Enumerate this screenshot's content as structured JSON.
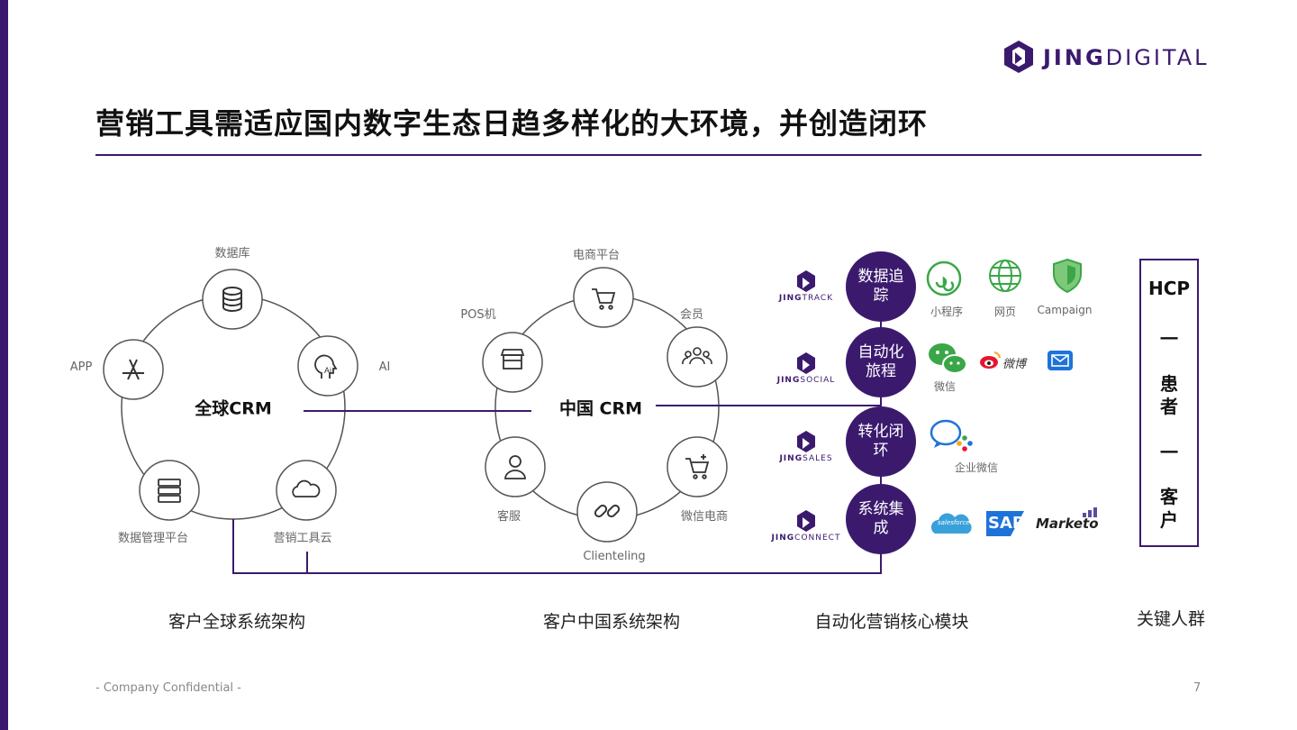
{
  "header": {
    "title": "营销工具需适应国内数字生态日趋多样化的大环境，并创造闭环",
    "logo_bold": "JING",
    "logo_light": "DIGITAL"
  },
  "global_crm": {
    "hub": "全球CRM",
    "nodes": [
      {
        "label": "数据库",
        "icon": "database-icon"
      },
      {
        "label": "AI",
        "icon": "ai-head-icon"
      },
      {
        "label": "营销工具云",
        "icon": "cloud-icon"
      },
      {
        "label": "数据管理平台",
        "icon": "server-stack-icon"
      },
      {
        "label": "APP",
        "icon": "app-store-icon"
      }
    ],
    "section_label": "客户全球系统架构"
  },
  "china_crm": {
    "hub": "中国 CRM",
    "nodes": [
      {
        "label": "电商平台",
        "icon": "cart-icon"
      },
      {
        "label": "会员",
        "icon": "members-icon"
      },
      {
        "label": "微信电商",
        "icon": "wechat-cart-icon"
      },
      {
        "label": "Clienteling",
        "icon": "link-icon"
      },
      {
        "label": "客服",
        "icon": "service-agent-icon"
      },
      {
        "label": "POS机",
        "icon": "store-icon"
      }
    ],
    "section_label": "客户中国系统架构"
  },
  "modules": {
    "items": [
      {
        "brand_bold": "JING",
        "brand_light": "TRACK",
        "pill": "数据追踪"
      },
      {
        "brand_bold": "JING",
        "brand_light": "SOCIAL",
        "pill": "自动化旅程"
      },
      {
        "brand_bold": "JING",
        "brand_light": "SALES",
        "pill": "转化闭环"
      },
      {
        "brand_bold": "JING",
        "brand_light": "CONNECT",
        "pill": "系统集成"
      }
    ],
    "channels": {
      "track": [
        "小程序",
        "网页",
        "Campaign"
      ],
      "social": [
        "微信",
        "微博"
      ],
      "sales": [
        "企业微信"
      ],
      "connect": [
        "salesforce",
        "SAP",
        "Marketo"
      ]
    },
    "section_label": "自动化营销核心模块"
  },
  "key_group": {
    "box": [
      "HCP",
      "一",
      "患",
      "者",
      "一",
      "客",
      "户"
    ],
    "section_label": "关键人群"
  },
  "footer": {
    "confidential": "- Company Confidential -",
    "page": "7"
  },
  "colors": {
    "brand": "#3b1a6e",
    "node_stroke": "#555555"
  }
}
